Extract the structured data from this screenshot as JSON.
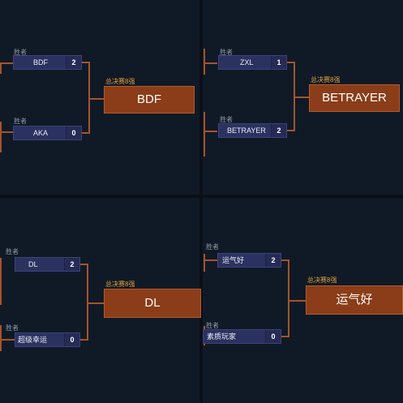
{
  "brackets": [
    {
      "round_label": "总决赛8强",
      "winner_tag": "胜者",
      "top": {
        "name": "BDF",
        "score": "2"
      },
      "bottom": {
        "name": "AKA",
        "score": "0"
      },
      "result": "BDF"
    },
    {
      "round_label": "总决赛8强",
      "winner_tag": "胜者",
      "top": {
        "name": "ZXL",
        "score": "1"
      },
      "bottom": {
        "name": "BETRAYER",
        "score": "2"
      },
      "result": "BETRAYER"
    },
    {
      "round_label": "总决赛8强",
      "winner_tag": "胜者",
      "top": {
        "name": "DL",
        "score": "2"
      },
      "bottom": {
        "name": "超级幸运",
        "score": "0"
      },
      "result": "DL"
    },
    {
      "round_label": "总决赛8强",
      "winner_tag": "胜者",
      "top": {
        "name": "运气好",
        "score": "2"
      },
      "bottom": {
        "name": "素质玩家",
        "score": "0"
      },
      "result": "运气好"
    }
  ],
  "colors": {
    "background": "#0d1520",
    "slot": "#2b3260",
    "connector": "#a5532c",
    "result_box": "#8a3d18",
    "round_label": "#e0a040"
  }
}
